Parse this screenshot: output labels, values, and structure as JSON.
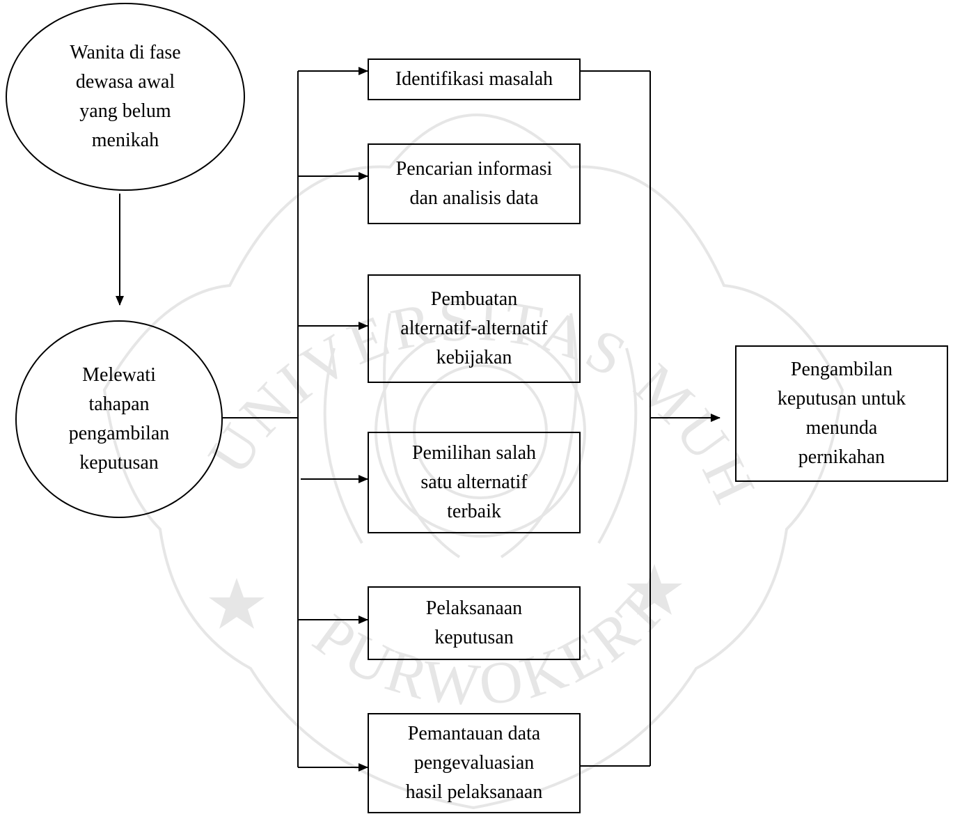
{
  "diagram": {
    "start_node": "Wanita di fase\ndewasa awal\nyang belum\nmenikah",
    "process_node": "Melewati\ntahapan\npengambilan\nkeputusan",
    "steps": [
      "Identifikasi masalah",
      "Pencarian informasi\ndan analisis data",
      "Pembuatan\nalternatif-alternatif\nkebijakan",
      "Pemilihan salah\nsatu alternatif\nterbaik",
      "Pelaksanaan\nkeputusan",
      "Pemantauan data\npengevaluasian\nhasil pelaksanaan"
    ],
    "result_node": "Pengambilan\nkeputusan untuk\nmenunda\npernikahan"
  },
  "watermark": {
    "text_top": "UNIVERSITAS MUHAMMADIYAH",
    "text_bottom": "PURWOKERTO",
    "color": "#e3e3e3"
  },
  "colors": {
    "line": "#000000",
    "background": "#ffffff"
  }
}
